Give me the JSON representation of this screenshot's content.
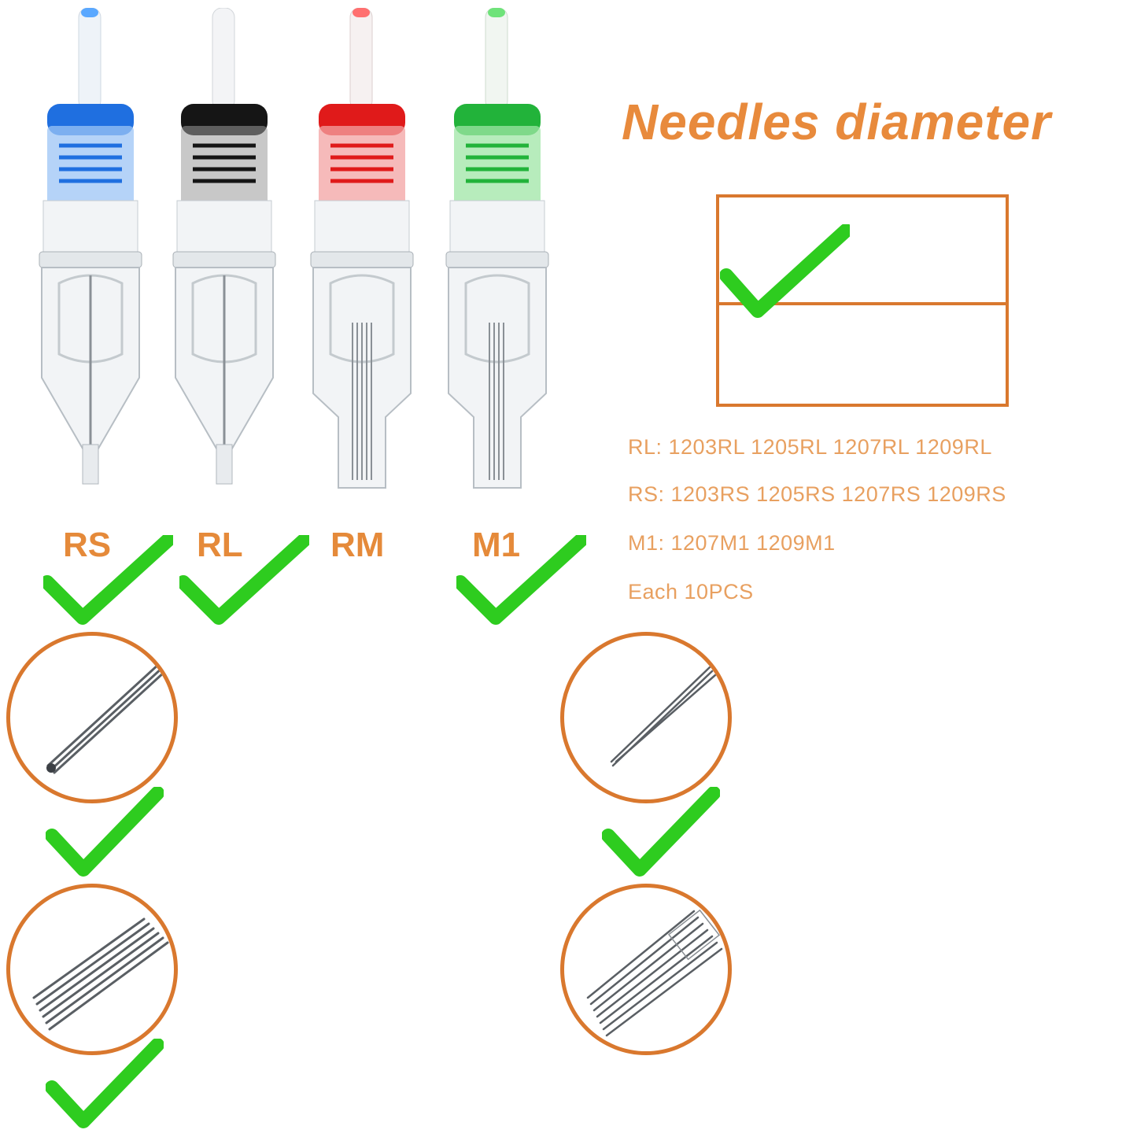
{
  "cartridges": [
    {
      "type": "RS",
      "color": "#1f6fe0",
      "checked": true
    },
    {
      "type": "RL",
      "color": "#151515",
      "checked": true
    },
    {
      "type": "RM",
      "color": "#e01a1a",
      "checked": false
    },
    {
      "type": "M1",
      "color": "#22b33a",
      "checked": true
    }
  ],
  "diameter": {
    "title": "Needles diameter"
  },
  "specs": {
    "rl": "RL: 1203RL 1205RL 1207RL 1209RL",
    "rs": "RS: 1203RS 1205RS 1207RS 1209RS",
    "m1": "M1: 1207M1 1209M1",
    "each": "Each 10PCS"
  },
  "colors": {
    "accent_orange": "#e88a3c",
    "check_green": "#2ecc1f",
    "circle_border": "#d9782e"
  },
  "icons": [
    "checkmark-icon",
    "needle-icon"
  ]
}
